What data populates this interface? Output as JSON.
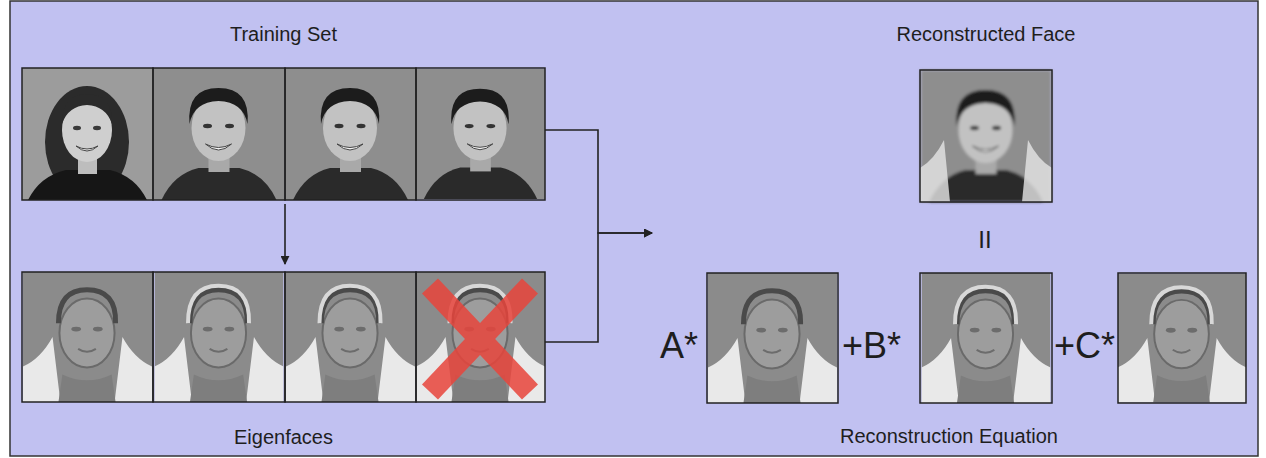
{
  "diagram": {
    "nodes": [
      {
        "text": [
          "Training Set"
        ]
      },
      {
        "text": [
          "Eigenfaces"
        ]
      },
      {
        "text": [
          "Reconstructed Face"
        ]
      },
      {
        "text": [
          "A*",
          "+B*",
          "+C*",
          "Reconstruction Equation"
        ]
      }
    ],
    "edges": [
      {
        "from": 0,
        "to": 1,
        "arrow": "to"
      },
      {
        "from": 0,
        "to": 3,
        "arrow": "to"
      },
      {
        "from": 1,
        "to": 3,
        "arrow": "to"
      }
    ],
    "labels": [
      "II"
    ]
  }
}
